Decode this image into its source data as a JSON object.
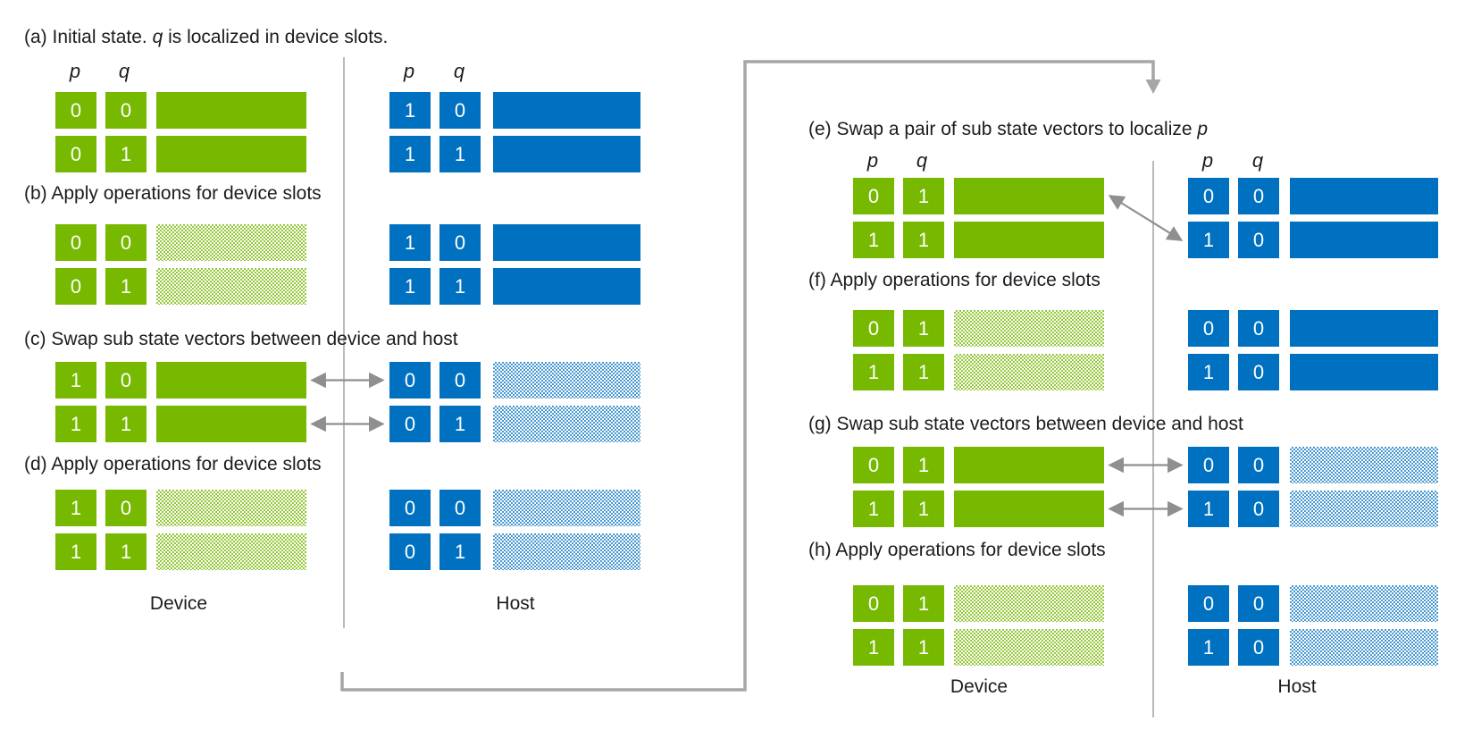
{
  "colors": {
    "device_green": "#76b900",
    "host_blue": "#0070c0",
    "swap_arrow_gray": "#8f8f8f",
    "flow_arrow_gray": "#a6a6a6",
    "divider_gray": "#a9a9a9",
    "text_black": "#1c1c1c"
  },
  "bit_headers": {
    "p": "p",
    "q": "q"
  },
  "panels": {
    "left": {
      "device_label": "Device",
      "host_label": "Host"
    },
    "right": {
      "device_label": "Device",
      "host_label": "Host"
    }
  },
  "steps": [
    {
      "id": "a",
      "panel": "left",
      "label_parts": [
        {
          "text": "(a) Initial state. "
        },
        {
          "text": "q",
          "italic": true
        },
        {
          "text": " is localized in device slots."
        }
      ],
      "show_bit_headers": true,
      "device_rows": [
        {
          "p": "0",
          "q": "0",
          "bar": "solid"
        },
        {
          "p": "0",
          "q": "1",
          "bar": "solid"
        }
      ],
      "host_rows": [
        {
          "p": "1",
          "q": "0",
          "bar": "solid"
        },
        {
          "p": "1",
          "q": "1",
          "bar": "solid"
        }
      ],
      "swap": "none"
    },
    {
      "id": "b",
      "panel": "left",
      "label_parts": [
        {
          "text": "(b) Apply operations for device slots"
        }
      ],
      "show_bit_headers": false,
      "device_rows": [
        {
          "p": "0",
          "q": "0",
          "bar": "hatched"
        },
        {
          "p": "0",
          "q": "1",
          "bar": "hatched"
        }
      ],
      "host_rows": [
        {
          "p": "1",
          "q": "0",
          "bar": "solid"
        },
        {
          "p": "1",
          "q": "1",
          "bar": "solid"
        }
      ],
      "swap": "none"
    },
    {
      "id": "c",
      "panel": "left",
      "label_parts": [
        {
          "text": "(c) Swap sub state vectors between device and host"
        }
      ],
      "show_bit_headers": false,
      "device_rows": [
        {
          "p": "1",
          "q": "0",
          "bar": "solid"
        },
        {
          "p": "1",
          "q": "1",
          "bar": "solid"
        }
      ],
      "host_rows": [
        {
          "p": "0",
          "q": "0",
          "bar": "hatched"
        },
        {
          "p": "0",
          "q": "1",
          "bar": "hatched"
        }
      ],
      "swap": "horizontal-both-rows"
    },
    {
      "id": "d",
      "panel": "left",
      "label_parts": [
        {
          "text": "(d) Apply operations for device slots"
        }
      ],
      "show_bit_headers": false,
      "device_rows": [
        {
          "p": "1",
          "q": "0",
          "bar": "hatched"
        },
        {
          "p": "1",
          "q": "1",
          "bar": "hatched"
        }
      ],
      "host_rows": [
        {
          "p": "0",
          "q": "0",
          "bar": "hatched"
        },
        {
          "p": "0",
          "q": "1",
          "bar": "hatched"
        }
      ],
      "swap": "none"
    },
    {
      "id": "e",
      "panel": "right",
      "label_parts": [
        {
          "text": "(e) Swap a pair of sub state vectors to localize "
        },
        {
          "text": "p",
          "italic": true
        }
      ],
      "show_bit_headers": true,
      "device_rows": [
        {
          "p": "0",
          "q": "1",
          "bar": "solid"
        },
        {
          "p": "1",
          "q": "1",
          "bar": "solid"
        }
      ],
      "host_rows": [
        {
          "p": "0",
          "q": "0",
          "bar": "solid"
        },
        {
          "p": "1",
          "q": "0",
          "bar": "solid"
        }
      ],
      "swap": "diagonal-device-row0-host-row1"
    },
    {
      "id": "f",
      "panel": "right",
      "label_parts": [
        {
          "text": "(f) Apply operations for device slots"
        }
      ],
      "show_bit_headers": false,
      "device_rows": [
        {
          "p": "0",
          "q": "1",
          "bar": "hatched"
        },
        {
          "p": "1",
          "q": "1",
          "bar": "hatched"
        }
      ],
      "host_rows": [
        {
          "p": "0",
          "q": "0",
          "bar": "solid"
        },
        {
          "p": "1",
          "q": "0",
          "bar": "solid"
        }
      ],
      "swap": "none"
    },
    {
      "id": "g",
      "panel": "right",
      "label_parts": [
        {
          "text": "(g) Swap sub state vectors between device and host"
        }
      ],
      "show_bit_headers": false,
      "device_rows": [
        {
          "p": "0",
          "q": "1",
          "bar": "solid"
        },
        {
          "p": "1",
          "q": "1",
          "bar": "solid"
        }
      ],
      "host_rows": [
        {
          "p": "0",
          "q": "0",
          "bar": "hatched"
        },
        {
          "p": "1",
          "q": "0",
          "bar": "hatched"
        }
      ],
      "swap": "horizontal-both-rows"
    },
    {
      "id": "h",
      "panel": "right",
      "label_parts": [
        {
          "text": "(h) Apply operations for device slots"
        }
      ],
      "show_bit_headers": false,
      "device_rows": [
        {
          "p": "0",
          "q": "1",
          "bar": "hatched"
        },
        {
          "p": "1",
          "q": "1",
          "bar": "hatched"
        }
      ],
      "host_rows": [
        {
          "p": "0",
          "q": "0",
          "bar": "hatched"
        },
        {
          "p": "1",
          "q": "0",
          "bar": "hatched"
        }
      ],
      "swap": "none"
    }
  ],
  "flow_connector": {
    "from_step": "d",
    "to_step": "e"
  }
}
